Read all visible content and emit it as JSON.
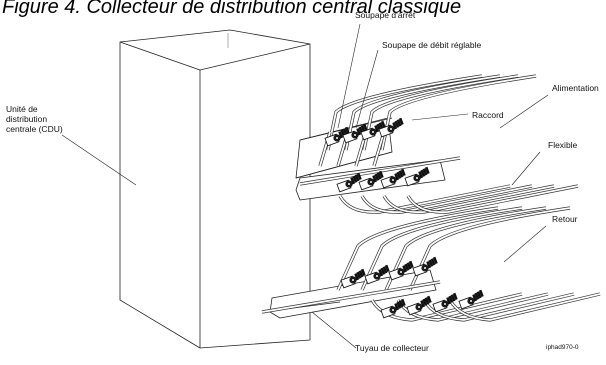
{
  "figure": {
    "title": "Figure 4. Collecteur de distribution central classique",
    "code": "iphad970-0"
  },
  "labels": {
    "stop_valve": "Soupape d'arrêt",
    "flow_valve": "Soupape de débit réglable",
    "cdu": "Unité de\ndistribution\ncentrale (CDU)",
    "supply": "Alimentation",
    "fitting": "Raccord",
    "hose": "Flexible",
    "return": "Retour",
    "manifold_pipe": "Tuyau de collecteur"
  }
}
